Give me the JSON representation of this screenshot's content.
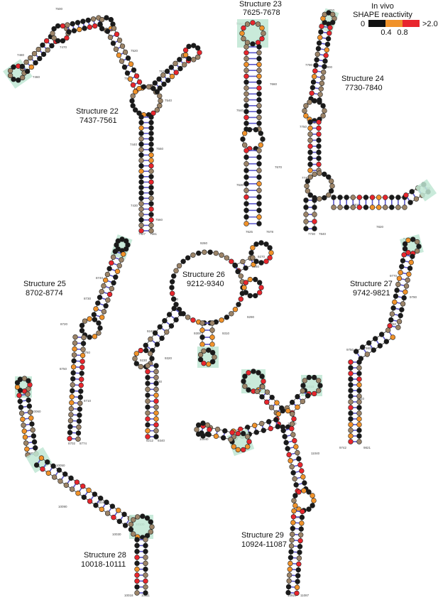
{
  "legend": {
    "title_line1": "In vivo",
    "title_line2": "SHAPE reactivity",
    "label_min": "0",
    "label_mid1": "0.4",
    "label_mid2": "0.8",
    "label_max": ">2.0",
    "colors": [
      "#111111",
      "#f0922a",
      "#e8262d"
    ]
  },
  "colors": {
    "low": "#1a1a1a",
    "mid_low": "#9c8468",
    "mid": "#f0922a",
    "high": "#e8262d",
    "bond_pair": "#5a56c8",
    "highlight": "#bfe6d4"
  },
  "structures": [
    {
      "name": "Structure 22",
      "range": "7437-7561",
      "ticks": [
        "7500",
        "7470",
        "7480",
        "7460",
        "7520",
        "7510",
        "7530",
        "7540",
        "7440",
        "7550",
        "7430",
        "7560",
        "7427",
        "7561"
      ]
    },
    {
      "name": "Structure 23",
      "range": "7625-7678",
      "ticks": [
        "7650",
        "7660",
        "7640",
        "7670",
        "7630",
        "7625",
        "7678"
      ]
    },
    {
      "name": "Structure 24",
      "range": "7730-7840",
      "ticks": [
        "7760",
        "7790",
        "7800",
        "7750",
        "7740",
        "7810",
        "7820",
        "7830",
        "7730",
        "7840"
      ]
    },
    {
      "name": "Structure 25",
      "range": "8702-8774",
      "ticks": [
        "8740",
        "8730",
        "8720",
        "8760",
        "8750",
        "8710",
        "8702",
        "8774"
      ]
    },
    {
      "name": "Structure 26",
      "range": "9212-9340",
      "ticks": [
        "9260",
        "9270",
        "9250",
        "9280",
        "9290",
        "9240",
        "9230",
        "9300",
        "9310",
        "9320",
        "9330",
        "9212",
        "9340"
      ]
    },
    {
      "name": "Structure 27",
      "range": "9742-9821",
      "ticks": [
        "9780",
        "9770",
        "9790",
        "9760",
        "9800",
        "9750",
        "9810",
        "9742",
        "9821"
      ]
    },
    {
      "name": "Structure 28",
      "range": "10018-10111",
      "ticks": [
        "10070",
        "10060",
        "10080",
        "10050",
        "10090",
        "10040",
        "10100",
        "10030",
        "10018",
        "10111"
      ]
    },
    {
      "name": "Structure 29",
      "range": "10924-11087",
      "ticks": [
        "10970",
        "11010",
        "10940",
        "10990",
        "11040",
        "11060",
        "10924",
        "11087"
      ]
    }
  ]
}
